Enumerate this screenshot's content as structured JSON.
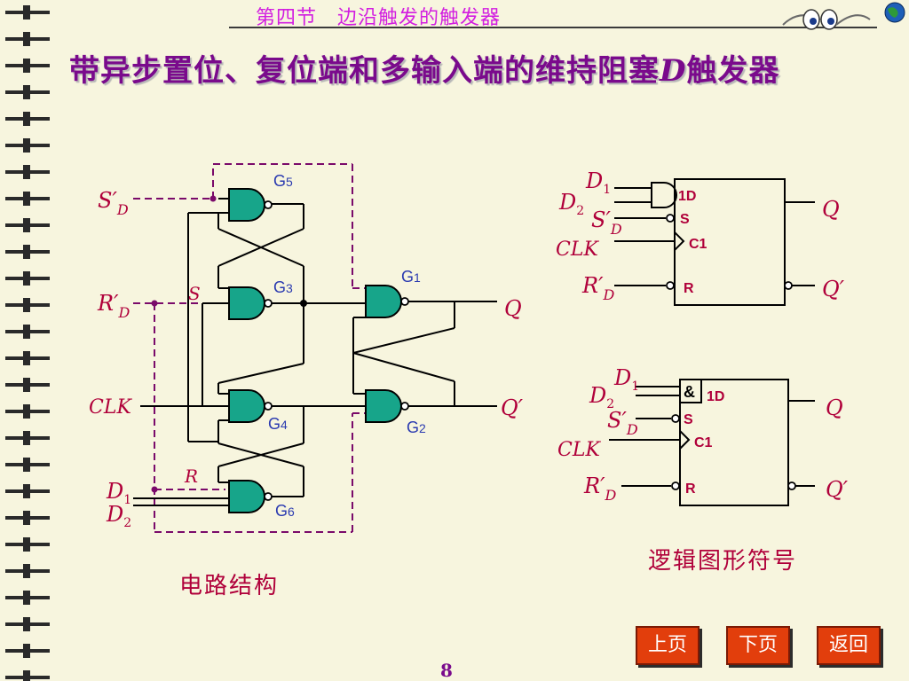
{
  "header": {
    "section_title": "第四节　边沿触发的触发器"
  },
  "slide": {
    "title_prefix": "带异步置位、复位端和多输入端的维持阻塞",
    "title_italic": "D",
    "title_suffix": "触发器"
  },
  "circuit": {
    "caption": "电路结构",
    "gates": {
      "g1": "G1",
      "g2": "G2",
      "g3": "G3",
      "g4": "G4",
      "g5": "G5",
      "g6": "G6"
    },
    "gate_parts": {
      "letter": "G",
      "n1": "1",
      "n2": "2",
      "n3": "3",
      "n4": "4",
      "n5": "5",
      "n6": "6"
    },
    "inputs": {
      "sd_main": "S′",
      "sd_sub": "D",
      "rd_main": "R′",
      "rd_sub": "D",
      "clk": "CLK",
      "d1_main": "D",
      "d1_sub": "1",
      "d2_main": "D",
      "d2_sub": "2"
    },
    "internal": {
      "s": "S",
      "r": "R"
    },
    "outputs": {
      "q": "Q",
      "qn": "Q′"
    }
  },
  "symbol_top": {
    "d1_main": "D",
    "d1_sub": "1",
    "d2_main": "D",
    "d2_sub": "2",
    "sd_main": "S′",
    "sd_sub": "D",
    "clk": "CLK",
    "rd_main": "R′",
    "rd_sub": "D",
    "pin_1d": "1D",
    "pin_s": "S",
    "pin_c1": "C1",
    "pin_r": "R",
    "q": "Q",
    "qn": "Q′"
  },
  "symbol_bottom": {
    "and_mark": "&",
    "d1_main": "D",
    "d1_sub": "1",
    "d2_main": "D",
    "d2_sub": "2",
    "sd_main": "S′",
    "sd_sub": "D",
    "clk": "CLK",
    "rd_main": "R′",
    "rd_sub": "D",
    "pin_1d": "1D",
    "pin_s": "S",
    "pin_c1": "C1",
    "pin_r": "R",
    "q": "Q",
    "qn": "Q′",
    "caption": "逻辑图形符号"
  },
  "nav": {
    "prev": "上页",
    "next": "下页",
    "back": "返回"
  },
  "page_number": "8",
  "icons": [
    "spiral-binding-icon",
    "eyes-icon",
    "globe-icon"
  ],
  "colors": {
    "background": "#f7f5de",
    "gate_fill": "#17a58a",
    "wire": "#000000",
    "dashed_wire": "#7a0a6a",
    "label_red": "#b0003a",
    "gate_label_blue": "#2a3ab0",
    "title_purple": "#7a0a8c",
    "button": "#e23e0c"
  }
}
